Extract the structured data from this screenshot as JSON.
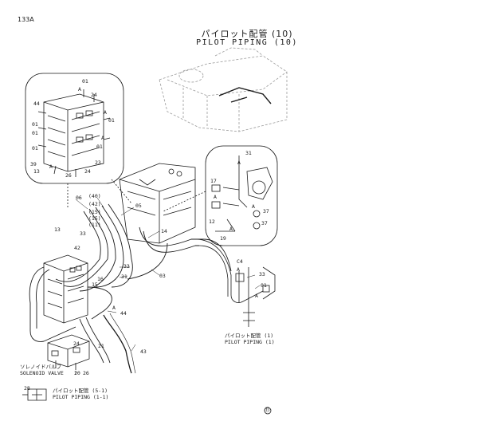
{
  "header": {
    "page_id": "133A",
    "title_jp": "パイロット配管 (10)",
    "title_en": "PILOT PIPING (10)"
  },
  "callouts": {
    "solenoid_jp": "ソレノイドバルブ",
    "solenoid_en": "SOLENOID VALVE",
    "pilot1_jp": "パイロット配管 (1)",
    "pilot1_en": "PILOT PIPING (1)",
    "pilot51_jp": "パイロット配管 (5-1)",
    "pilot51_en": "PILOT PIPING (1-1)"
  },
  "footer_mark": "⑪",
  "part_labels": {
    "inset_left": [
      "01",
      "A",
      "24",
      "44",
      "A",
      "01",
      "01",
      "01",
      "01",
      "A",
      "01",
      "39",
      "A",
      "13",
      "26",
      "24",
      "23"
    ],
    "inset_right": [
      "31",
      "A",
      "17",
      "A",
      "A",
      "37",
      "12",
      "A",
      "37",
      "19"
    ],
    "main": [
      "06",
      "(40)",
      "(42)",
      "(15)",
      "(15)",
      "(11)",
      "05",
      "14",
      "13",
      "33",
      "42",
      "33",
      "31",
      "16",
      "15",
      "03",
      "C4",
      "A",
      "33",
      "01",
      "A",
      "A",
      "44",
      "21",
      "43",
      "24",
      "20",
      "26"
    ],
    "bottom_inset": [
      "28"
    ]
  },
  "colors": {
    "line": "#1a1a1a",
    "background": "#ffffff"
  }
}
